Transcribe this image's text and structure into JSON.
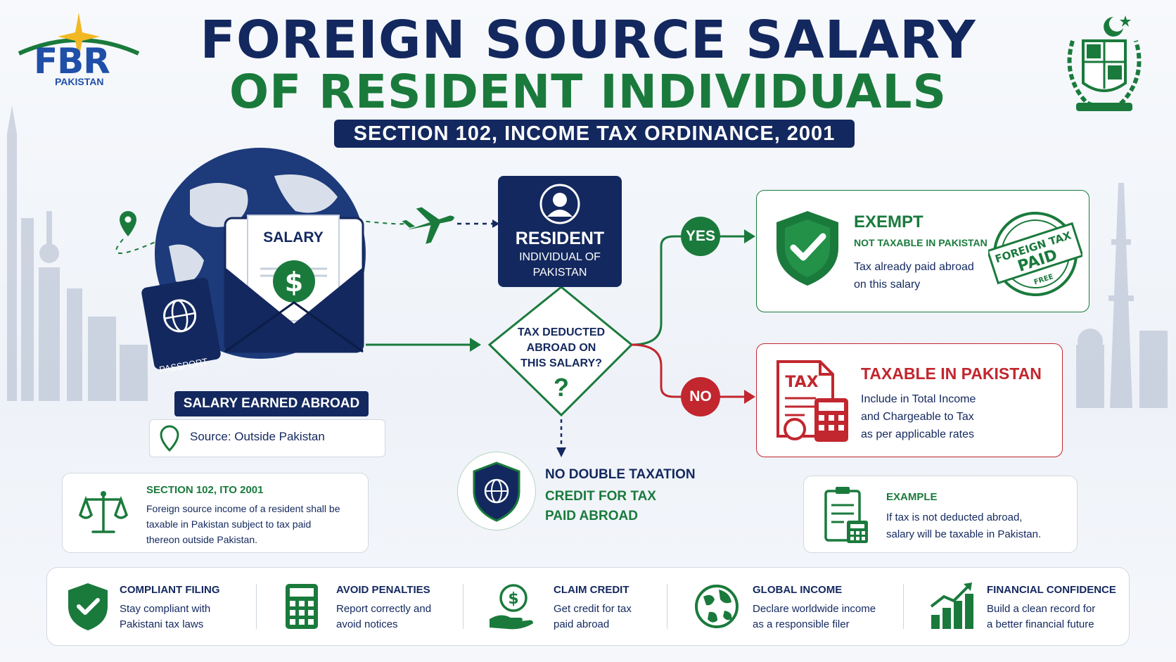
{
  "header": {
    "logo_text": "FBR",
    "logo_sub": "PAKISTAN",
    "title_line1": "FOREIGN SOURCE SALARY",
    "title_line2": "OF RESIDENT INDIVIDUALS",
    "section_banner": "SECTION 102, INCOME TAX ORDINANCE, 2001"
  },
  "left": {
    "envelope_label": "SALARY",
    "passport_label": "PASSPORT",
    "salary_earned": "SALARY EARNED ABROAD",
    "source": "Source: Outside Pakistan"
  },
  "resident": {
    "title": "RESIDENT",
    "subtitle_line1": "INDIVIDUAL OF",
    "subtitle_line2": "PAKISTAN"
  },
  "decision": {
    "line1": "TAX DEDUCTED",
    "line2": "ABROAD ON",
    "line3": "THIS SALARY?",
    "mark": "?"
  },
  "yes": {
    "label": "YES",
    "title": "EXEMPT",
    "subtitle": "NOT TAXABLE IN PAKISTAN",
    "desc_line1": "Tax already paid abroad",
    "desc_line2": "on this salary",
    "stamp_line1": "FOREIGN TAX",
    "stamp_line2": "PAID",
    "stamp_line3": "FREE"
  },
  "no": {
    "label": "NO",
    "title": "TAXABLE IN PAKISTAN",
    "desc_line1": "Include in Total Income",
    "desc_line2": "and Chargeable to Tax",
    "desc_line3": "as per applicable rates",
    "doc_label": "TAX"
  },
  "double_tax": {
    "title": "NO DOUBLE TAXATION",
    "line1": "CREDIT FOR TAX",
    "line2": "PAID ABROAD"
  },
  "section_box": {
    "title": "SECTION 102, ITO 2001",
    "line1": "Foreign source income of a resident shall be",
    "line2": "taxable in Pakistan subject to tax paid",
    "line3": "thereon outside Pakistan."
  },
  "example": {
    "title": "EXAMPLE",
    "line1": "If tax is not deducted abroad,",
    "line2": "salary will be taxable in Pakistan."
  },
  "benefits": [
    {
      "title": "COMPLIANT FILING",
      "line1": "Stay compliant with",
      "line2": "Pakistani tax laws",
      "icon": "shield-check-icon"
    },
    {
      "title": "AVOID PENALTIES",
      "line1": "Report correctly and",
      "line2": "avoid notices",
      "icon": "calculator-icon"
    },
    {
      "title": "CLAIM CREDIT",
      "line1": "Get credit for tax",
      "line2": "paid abroad",
      "icon": "dollar-hand-icon"
    },
    {
      "title": "GLOBAL INCOME",
      "line1": "Declare worldwide income",
      "line2": "as a responsible filer",
      "icon": "globe-icon"
    },
    {
      "title": "FINANCIAL CONFIDENCE",
      "line1": "Build a clean record for",
      "line2": "a better financial future",
      "icon": "growth-chart-icon"
    }
  ],
  "colors": {
    "navy": "#13285e",
    "green": "#1a7a3c",
    "red": "#c2262e"
  }
}
